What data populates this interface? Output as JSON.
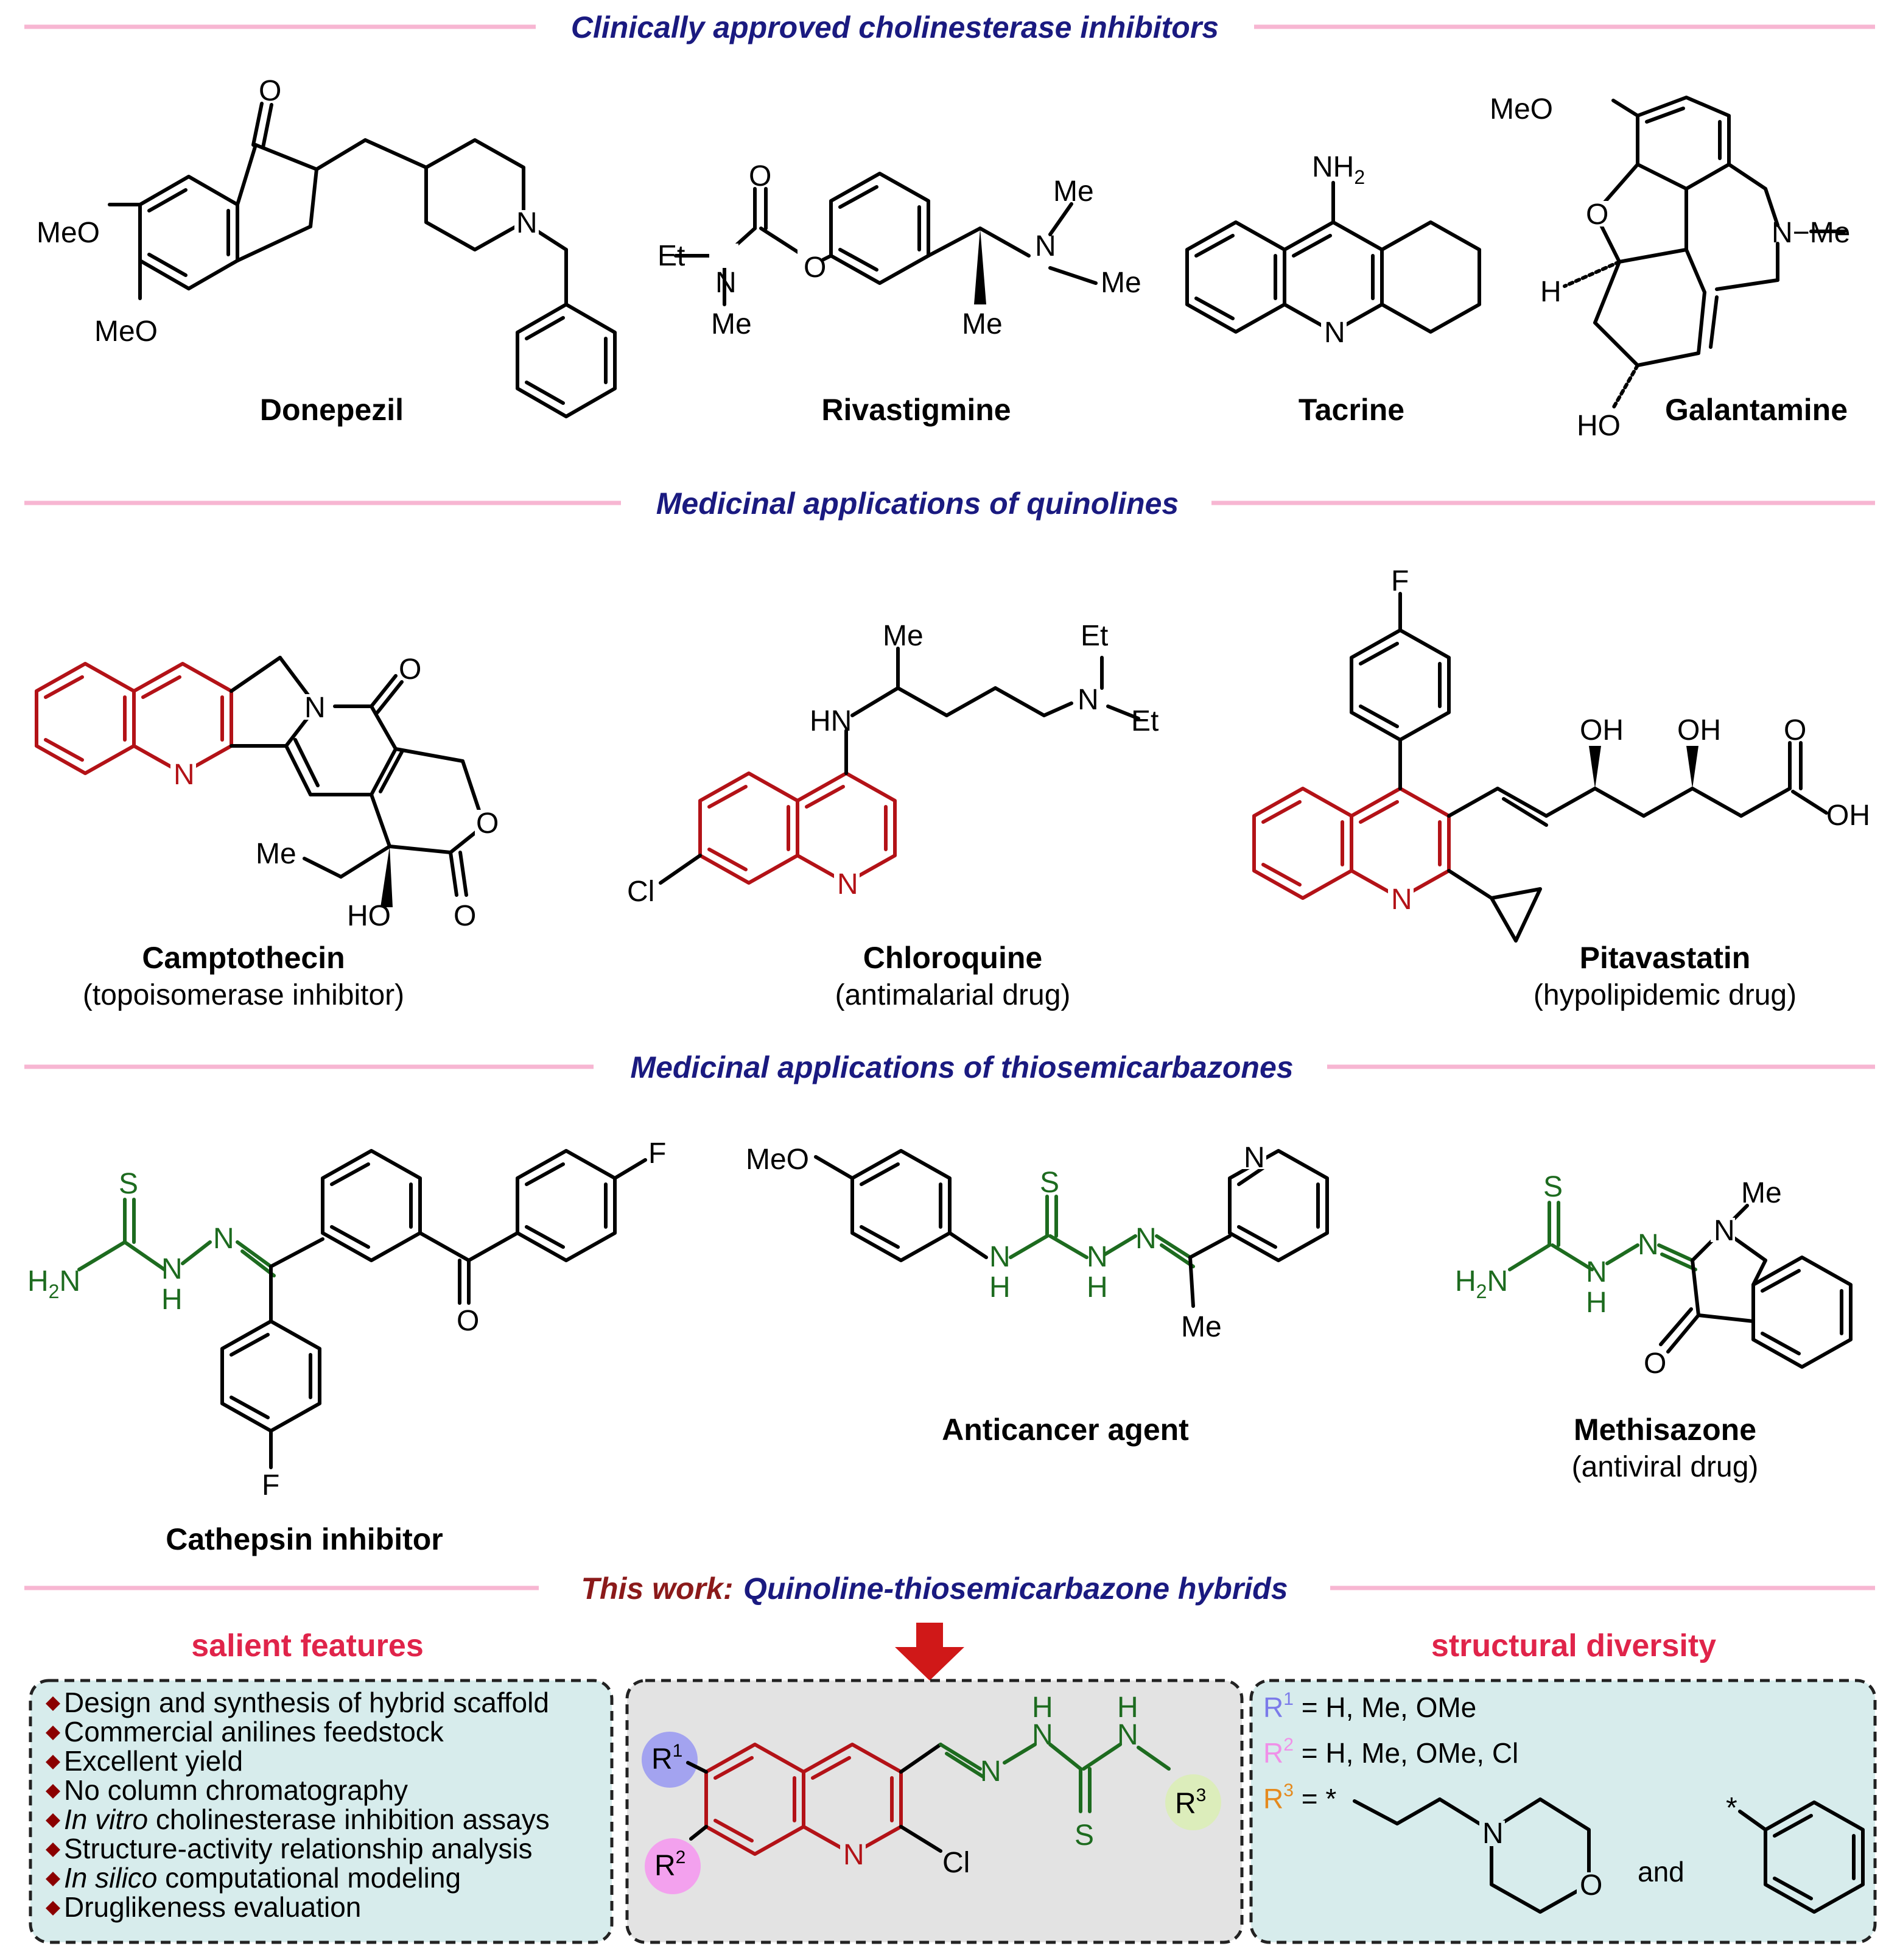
{
  "sections": {
    "cholinesterase": "Clinically approved cholinesterase inhibitors",
    "quinolines": "Medicinal applications of quinolines",
    "thiosemicarbazones": "Medicinal applications of thiosemicarbazones",
    "this_work_prefix": "This work:",
    "this_work_title": "Quinoline-thiosemicarbazone hybrids"
  },
  "compounds": {
    "donepezil": {
      "name": "Donepezil"
    },
    "rivastigmine": {
      "name": "Rivastigmine"
    },
    "tacrine": {
      "name": "Tacrine"
    },
    "galantamine": {
      "name": "Galantamine"
    },
    "camptothecin": {
      "name": "Camptothecin",
      "subtitle": "(topoisomerase inhibitor)"
    },
    "chloroquine": {
      "name": "Chloroquine",
      "subtitle": "(antimalarial drug)"
    },
    "pitavastatin": {
      "name": "Pitavastatin",
      "subtitle": "(hypolipidemic drug)"
    },
    "cathepsin": {
      "name": "Cathepsin inhibitor"
    },
    "anticancer": {
      "name": "Anticancer agent"
    },
    "methisazone": {
      "name": "Methisazone",
      "subtitle": "(antiviral drug)"
    }
  },
  "atoms": {
    "O": "O",
    "N": "N",
    "F": "F",
    "S": "S",
    "H": "H",
    "Cl": "Cl",
    "MeO": "MeO",
    "Me": "Me",
    "Et": "Et",
    "HN": "HN",
    "HO": "HO",
    "OH": "OH",
    "NH2_main": "NH",
    "NH2_sub": "2",
    "H2N_main": "H",
    "H2N_sub": "2",
    "H2N_tail": "N",
    "N_Me": "N−Me"
  },
  "this_work": {
    "salient_header": "salient features",
    "diversity_header": "structural diversity",
    "features": [
      {
        "prefix": "",
        "text": "Design and synthesis of hybrid scaffold"
      },
      {
        "prefix": "",
        "text": "Commercial anilines feedstock"
      },
      {
        "prefix": "",
        "text": "Excellent yield"
      },
      {
        "prefix": "",
        "text": "No column chromatography"
      },
      {
        "prefix": "In vitro",
        "text": " cholinesterase inhibition assays"
      },
      {
        "prefix": "",
        "text": "Structure-activity relationship analysis"
      },
      {
        "prefix": "In silico",
        "text": " computational modeling"
      },
      {
        "prefix": "",
        "text": "Druglikeness evaluation"
      }
    ],
    "r_groups": {
      "R1": {
        "label": "R",
        "sup": "1",
        "values": " = H, Me, OMe",
        "color": "#7b7bea"
      },
      "R2": {
        "label": "R",
        "sup": "2",
        "values": " = H, Me, OMe, Cl",
        "color": "#f090e8"
      },
      "R3": {
        "label": "R",
        "sup": "3",
        "values": " = ",
        "color": "#e58a1e"
      },
      "star": "*",
      "and": "and"
    },
    "colors": {
      "quinoline": "#b31217",
      "thiosemicarbazone": "#1d6b1f",
      "arrow": "#d01818"
    }
  }
}
